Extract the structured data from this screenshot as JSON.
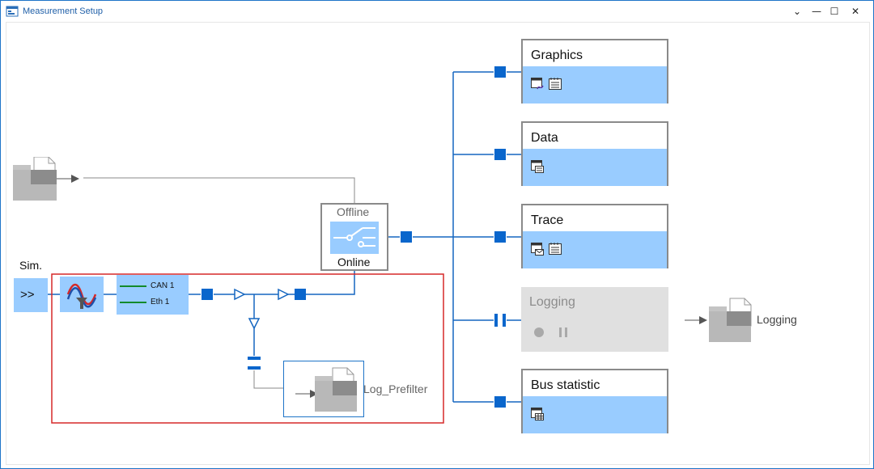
{
  "window": {
    "title": "Measurement Setup",
    "controls": {
      "chevron": "⌄",
      "minimize": "—",
      "maximize": "☐",
      "close": "✕"
    }
  },
  "offline_source": {
    "icon": "file-folder-icon"
  },
  "sim": {
    "label": "Sim.",
    "button": ">>"
  },
  "prefilter": {
    "icon": "filter-wave-icon",
    "channels": [
      "CAN 1",
      "Eth 1"
    ]
  },
  "log_prefilter": {
    "label": "Log_Prefilter"
  },
  "switch_block": {
    "offline": "Offline",
    "online": "Online"
  },
  "sinks": [
    {
      "name": "Graphics",
      "icons": [
        "graphics-window-icon",
        "config-window-icon"
      ]
    },
    {
      "name": "Data",
      "icons": [
        "data-window-icon"
      ]
    },
    {
      "name": "Trace",
      "icons": [
        "trace-window-icon",
        "config-window-icon"
      ]
    },
    {
      "name": "Logging",
      "icons": [
        "record-icon",
        "pause-icon"
      ],
      "disabled": true
    },
    {
      "name": "Bus statistic",
      "icons": [
        "bus-statistic-icon"
      ]
    }
  ],
  "logging_output": {
    "label": "Logging"
  },
  "colors": {
    "accent": "#0a66cc",
    "sink_band": "#99ccff",
    "selection": "#d62828"
  }
}
